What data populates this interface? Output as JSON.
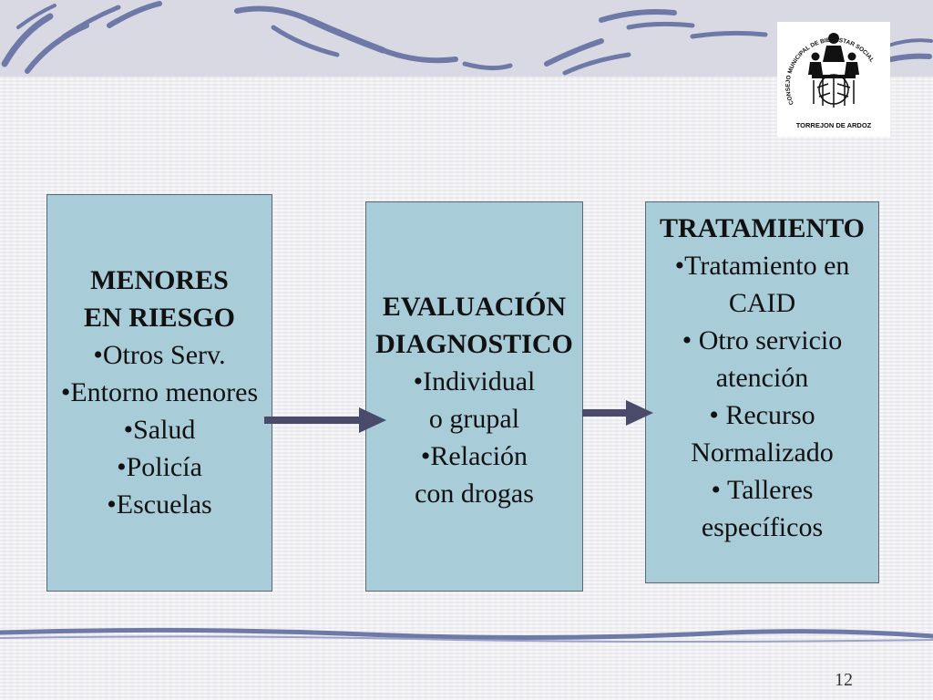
{
  "slide": {
    "page_number": "12",
    "logo_text": {
      "ring": "CONSEJO MUNICIPAL DE BIENESTAR SOCIAL",
      "bottom": "TORREJON DE ARDOZ"
    }
  },
  "boxes": [
    {
      "title_lines": [
        "MENORES",
        "EN RIESGO"
      ],
      "items": [
        "•Otros Serv.",
        "•Entorno menores",
        "•Salud",
        "•Policía",
        "•Escuelas"
      ]
    },
    {
      "title_lines": [
        "EVALUACIÓN",
        "DIAGNOSTICO"
      ],
      "items": [
        "•Individual",
        "o grupal",
        "•Relación",
        "con drogas"
      ]
    },
    {
      "title_lines": [
        "TRATAMIENTO"
      ],
      "items": [
        "•Tratamiento en",
        "CAID",
        "• Otro servicio",
        "atención",
        "• Recurso",
        "Normalizado",
        "• Talleres",
        "específicos"
      ]
    }
  ],
  "colors": {
    "box_fill": "#a9ccd9",
    "arrow": "#4a4a6a",
    "band": "#d9d9e4",
    "swirl": "#6f79a8"
  }
}
